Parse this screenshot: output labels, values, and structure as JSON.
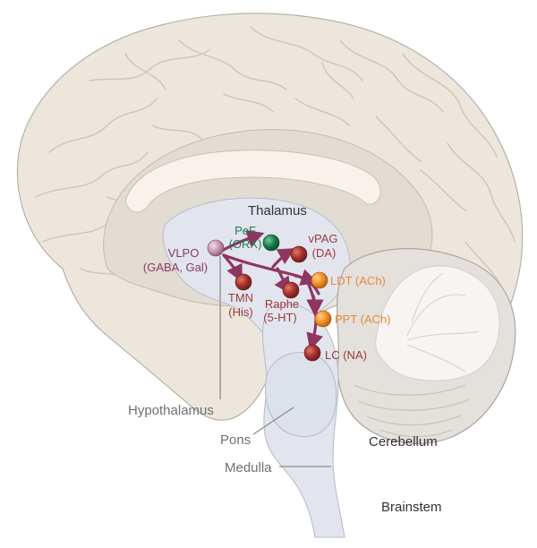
{
  "colors": {
    "cortex": "#ece6dc",
    "cortex_edge": "#b9b1a6",
    "gyri_line": "#cfc7bb",
    "inner": "#e6e3df",
    "blue_fill": "#dfe3ee",
    "corpus": "#f7f3ec",
    "cerebellum": "#e4e1dd",
    "arbor": "#f6f5f3",
    "pathway": "#8e3562",
    "red_nucleus": "#a4302d",
    "orange_nucleus": "#f08f25",
    "green_nucleus": "#1c7a4b",
    "pink_nucleus": "#c795ad",
    "label_red": "#9b3a3c",
    "label_orange": "#ea8a35",
    "label_green": "#217a4d",
    "label_purple": "#8a3a63",
    "label_dark": "#333333",
    "label_gray": "#6f6f6f",
    "leader": "#8c8c8c"
  },
  "labels": {
    "thalamus": "Thalamus",
    "hypothalamus": "Hypothalamus",
    "pons": "Pons",
    "medulla": "Medulla",
    "cerebellum": "Cerebellum",
    "brainstem": "Brainstem"
  },
  "nuclei": {
    "vlpo": {
      "line1": "VLPO",
      "line2": "(GABA, Gal)"
    },
    "pef": {
      "line1": "PeF",
      "line2": "(ORX)"
    },
    "vpag": {
      "line1": "vPAG",
      "line2": "(DA)"
    },
    "tmn": {
      "line1": "TMN",
      "line2": "(His)"
    },
    "raphe": {
      "line1": "Raphe",
      "line2": "(5-HT)"
    },
    "ldt": {
      "line1": "LDT (ACh)"
    },
    "ppt": {
      "line1": "PPT (ACh)"
    },
    "lc": {
      "line1": "LC (NA)"
    }
  }
}
